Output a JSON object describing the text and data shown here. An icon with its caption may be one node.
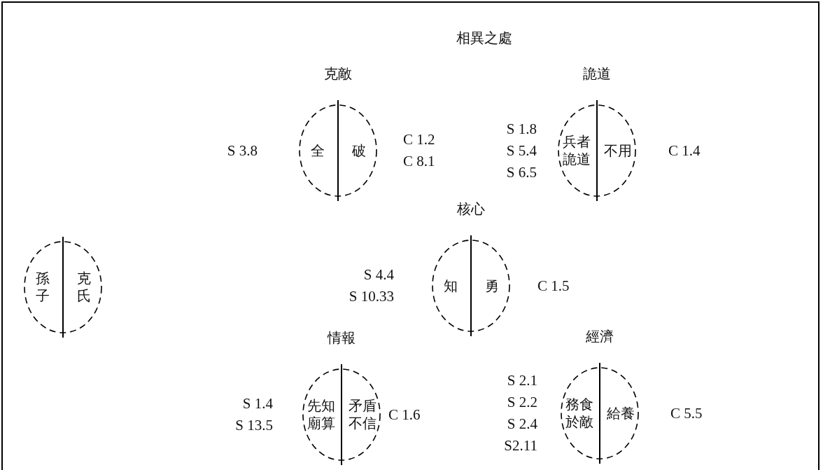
{
  "diagram": {
    "title": "相異之處",
    "nodes": [
      {
        "text": [
          "孫子",
          "克氏"
        ]
      },
      {
        "text": [
          "克敵",
          "全",
          "破"
        ],
        "beside": [
          "S 3.8",
          "C 1.2",
          "C 8.1"
        ]
      },
      {
        "text": [
          "詭道",
          "兵者詭道",
          "不用"
        ],
        "beside": [
          "S 1.8",
          "S 5.4",
          "S 6.5",
          "C 1.4"
        ]
      },
      {
        "text": [
          "核心",
          "知",
          "勇"
        ],
        "beside": [
          "S 4.4",
          "S 10.33",
          "C 1.5"
        ]
      },
      {
        "text": [
          "情報",
          "先知廟算",
          "矛盾不信"
        ],
        "beside": [
          "S 1.4",
          "S 13.5",
          "C 1.6"
        ]
      },
      {
        "text": [
          "經濟",
          "務食於敵",
          "給養"
        ],
        "beside": [
          "S 2.1",
          "S 2.2",
          "S 2.4",
          "S2.11",
          "C 5.5"
        ]
      }
    ],
    "edges": []
  }
}
